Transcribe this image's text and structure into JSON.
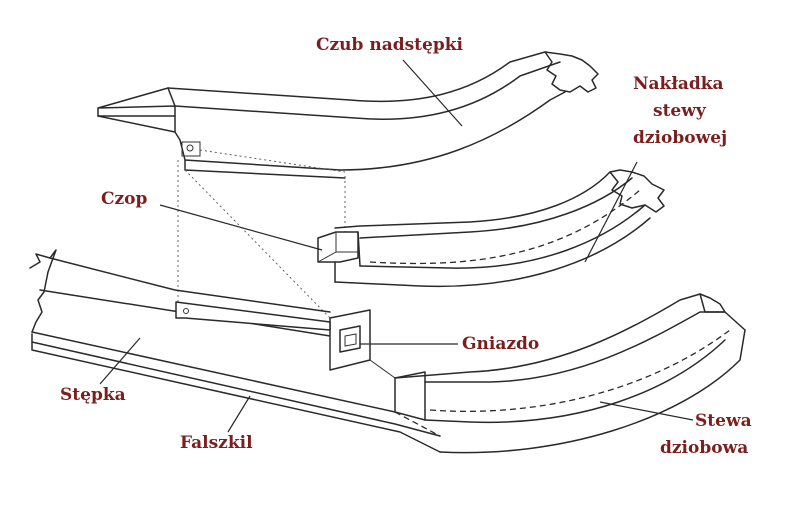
{
  "colors": {
    "label_text": "#7a1e1e",
    "line": "#2a2a2a",
    "background": "#ffffff"
  },
  "labels": {
    "czub_nadstepki": "Czub nadstępki",
    "nakladka_line1": "Nakładka",
    "nakladka_line2": "stewy",
    "nakladka_line3": "dziobowej",
    "czop": "Czop",
    "gniazdo": "Gniazdo",
    "stepka": "Stępka",
    "falszkil": "Falszkil",
    "stewa_line1": "Stewa",
    "stewa_line2": "dziobowa"
  }
}
